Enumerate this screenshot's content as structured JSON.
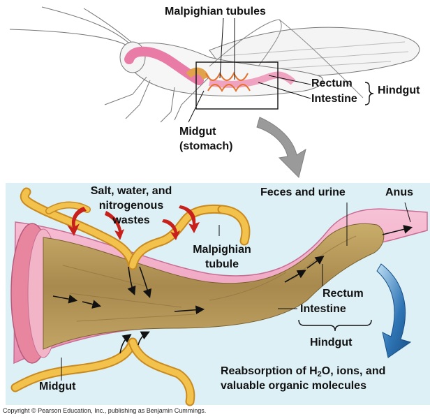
{
  "top_labels": {
    "malpighian_tubules": "Malpighian tubules",
    "rectum": "Rectum",
    "intestine": "Intestine",
    "hindgut": "Hindgut",
    "midgut_line1": "Midgut",
    "midgut_line2": "(stomach)"
  },
  "bottom_labels": {
    "salt_line1": "Salt, water, and",
    "salt_line2": "nitrogenous",
    "salt_line3": "wastes",
    "feces": "Feces and urine",
    "anus": "Anus",
    "malp_line1": "Malpighian",
    "malp_line2": "tubule",
    "rectum": "Rectum",
    "intestine": "Intestine",
    "hindgut": "Hindgut",
    "midgut": "Midgut",
    "reabs_line1_pre": "Reabsorption of H",
    "reabs_sub": "2",
    "reabs_line1_post": "O, ions, and",
    "reabs_line2": "valuable organic molecules"
  },
  "copyright": "Copyright © Pearson Education, Inc., publishing as Benjamin Cummings.",
  "colors": {
    "panel_bg": "#dff2f7",
    "gut_wall": "#f2a9c4",
    "gut_content": "#b89a5c",
    "tubule": "#f0b43a",
    "red_arrow": "#c8201a",
    "blue_arrow": "#1e5f9e"
  }
}
